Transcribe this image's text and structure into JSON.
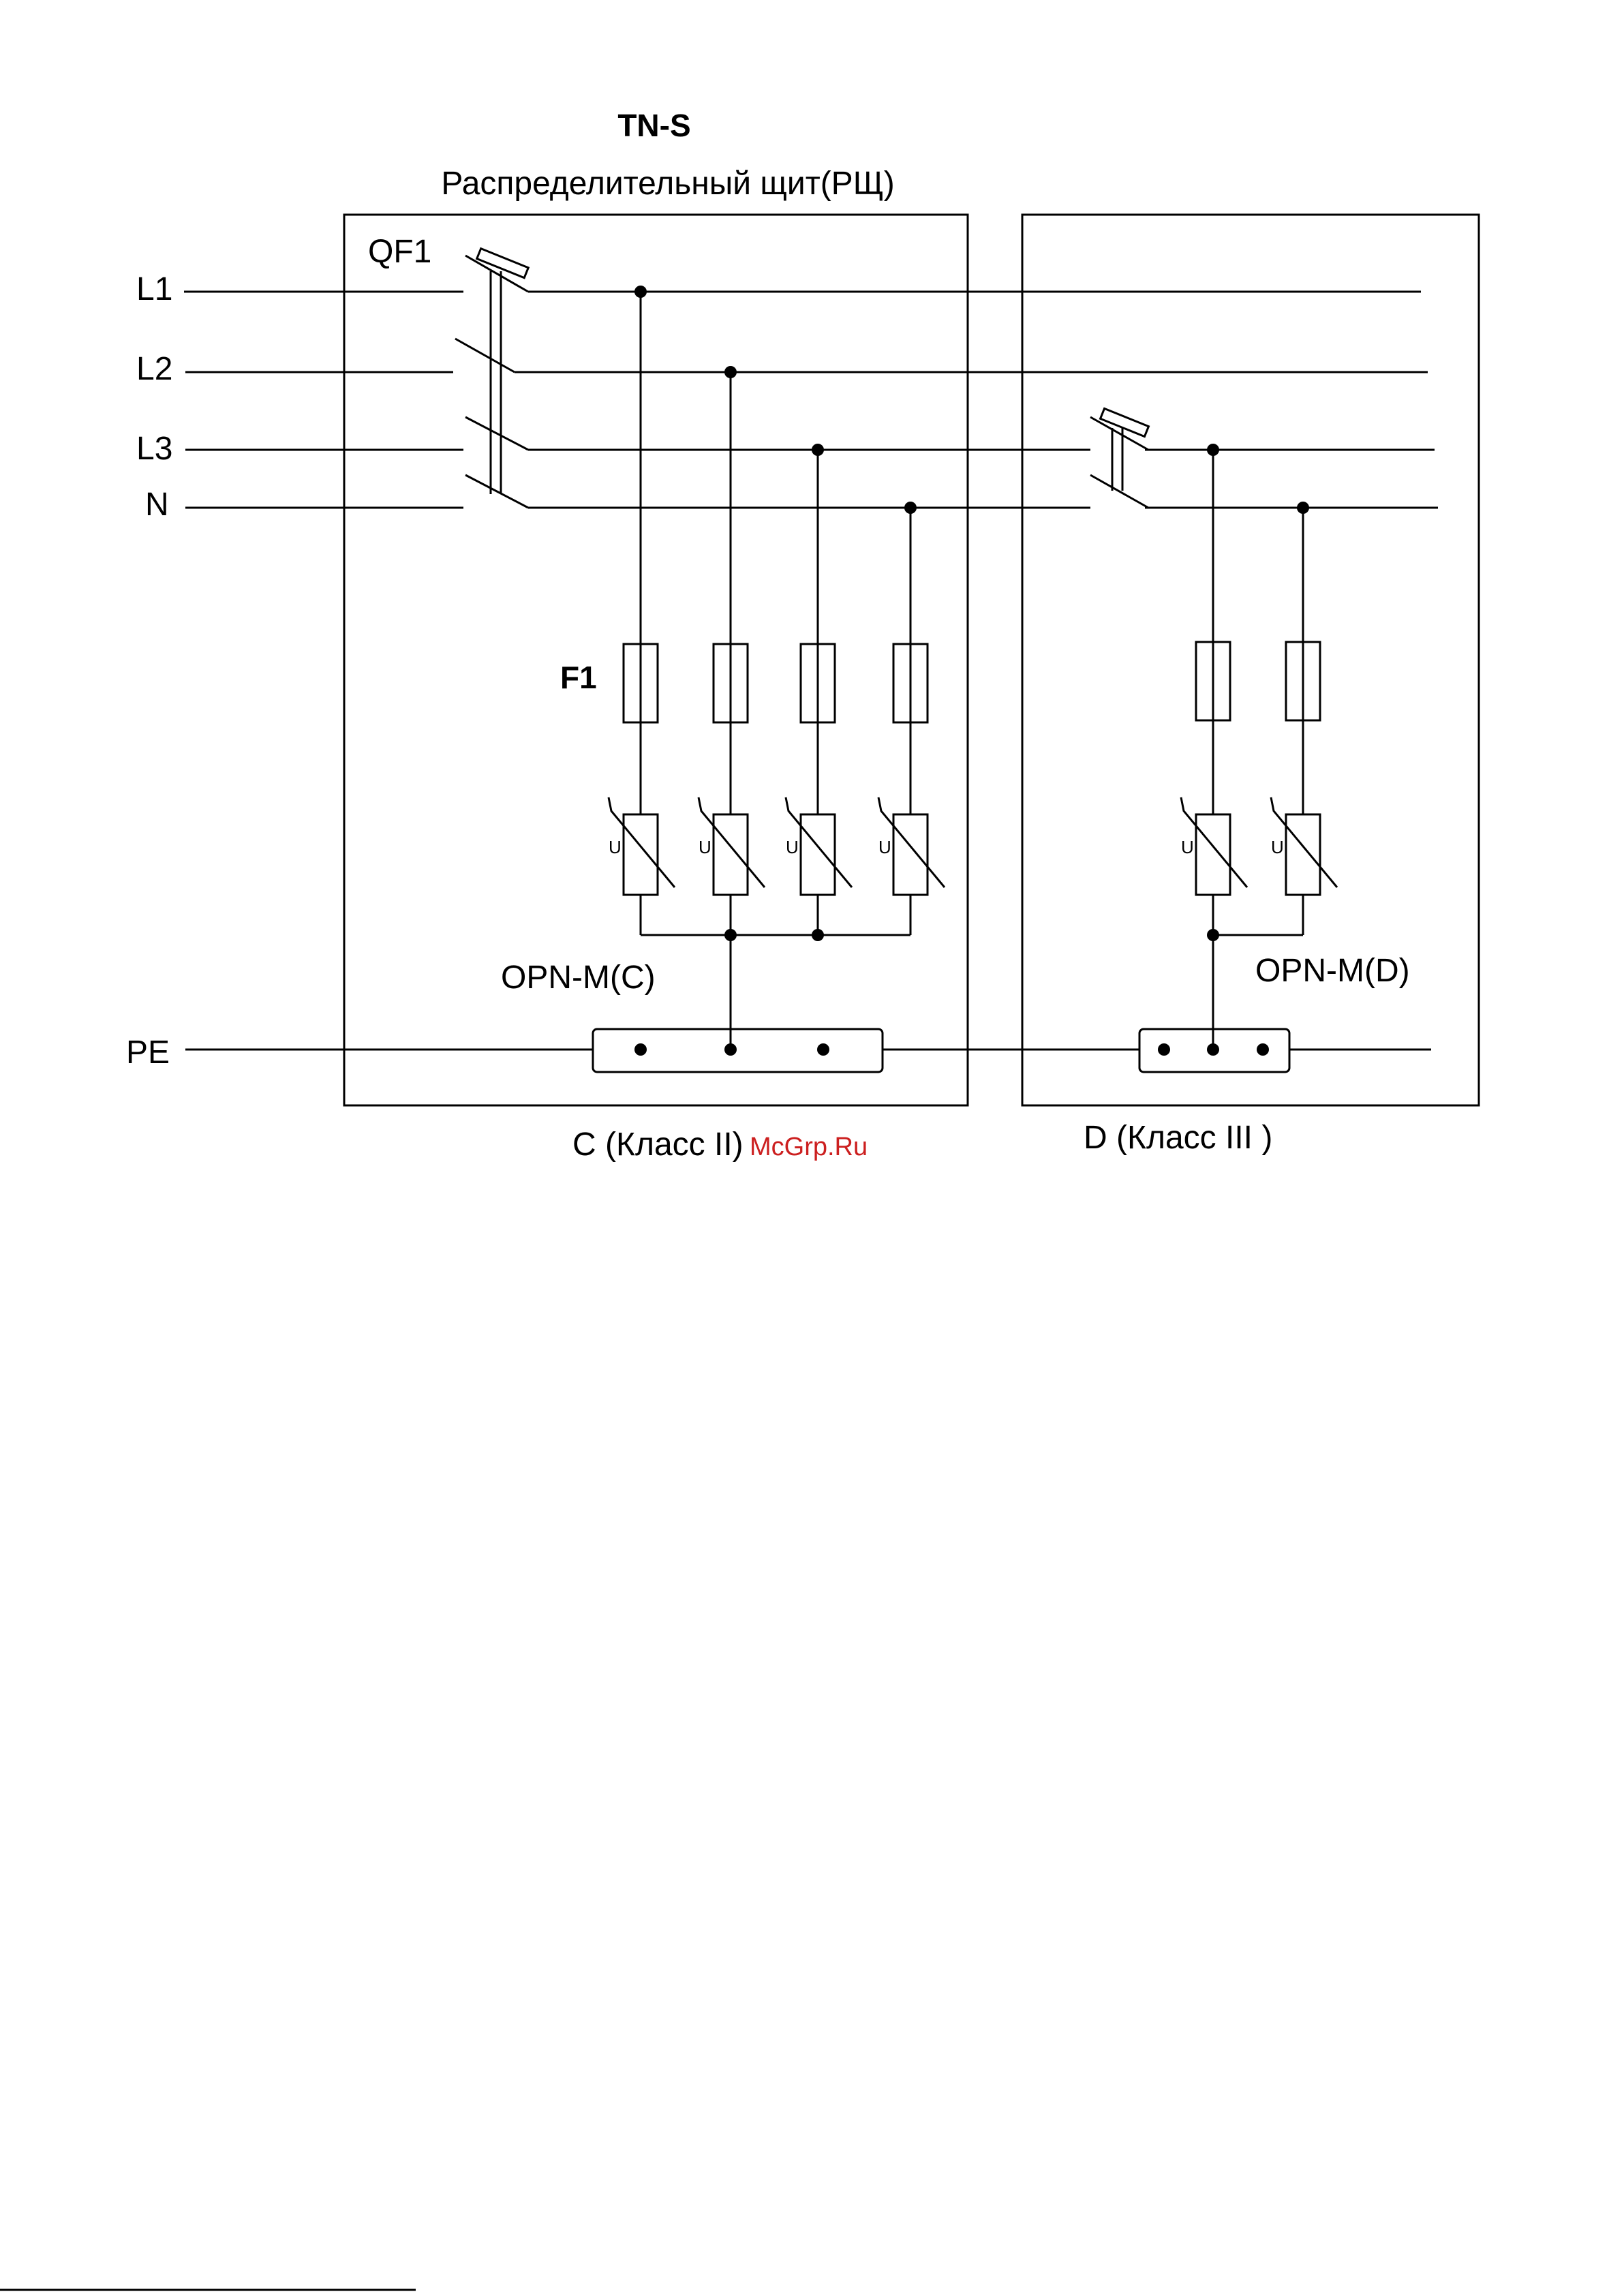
{
  "diagram": {
    "title": "TN-S",
    "panel_caption": "Распределительный щит(РЩ)",
    "breaker_label": "QF1",
    "fuse_label": "F1",
    "varistor_symbol": "U",
    "conductors": [
      "L1",
      "L2",
      "L3",
      "N",
      "PE"
    ],
    "arrester_c_label": "OPN-M(C)",
    "arrester_d_label": "OPN-M(D)",
    "zone_c_caption": "C (Класс II)",
    "zone_d_caption": "D (Класс III )",
    "watermark": "McGrp.Ru"
  }
}
